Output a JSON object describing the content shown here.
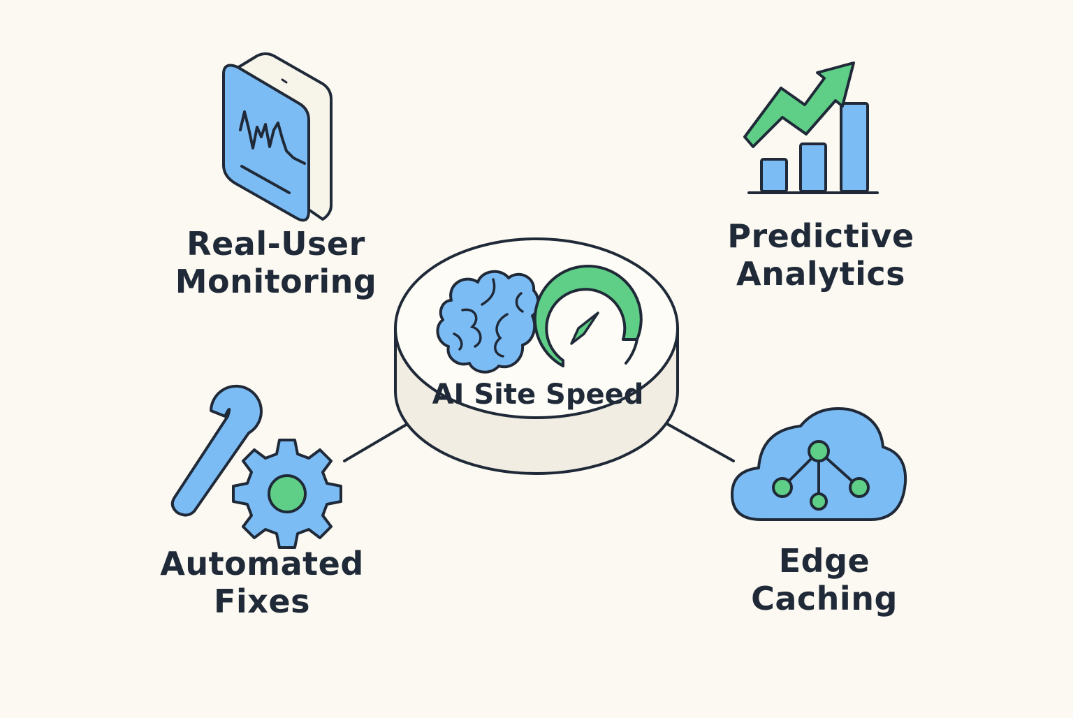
{
  "hub": {
    "label": "AI Site Speed"
  },
  "nodes": {
    "real_user_monitoring": {
      "line1": "Real-User",
      "line2": "Monitoring"
    },
    "predictive_analytics": {
      "line1": "Predictive",
      "line2": "Analytics"
    },
    "automated_fixes": {
      "line1": "Automated",
      "line2": "Fixes"
    },
    "edge_caching": {
      "line1": "Edge",
      "line2": "Caching"
    }
  },
  "colors": {
    "background": "#fbf9f2",
    "outline": "#1f2937",
    "blue_fill": "#7cbcf5",
    "green_fill": "#5fce86",
    "hub_top": "#fdfcf7",
    "hub_side": "#f1ede2"
  }
}
